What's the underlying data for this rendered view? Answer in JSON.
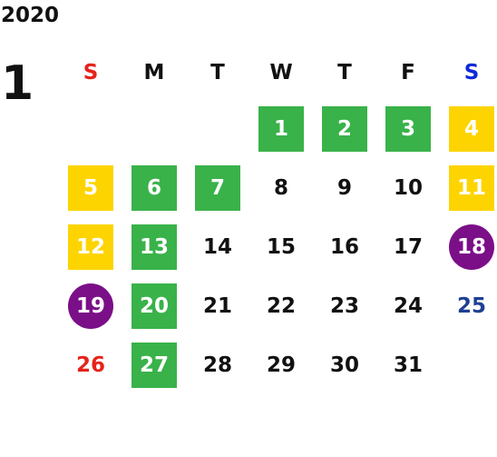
{
  "calendar": {
    "year": "2020",
    "month": "1",
    "weekdays": [
      "S",
      "M",
      "T",
      "W",
      "T",
      "F",
      "S"
    ],
    "weekday_colors": [
      "#e5231b",
      "#111111",
      "#111111",
      "#111111",
      "#111111",
      "#111111",
      "#1029d8"
    ],
    "first_weekday_index": 3,
    "days": [
      {
        "label": "1",
        "style": "green"
      },
      {
        "label": "2",
        "style": "green"
      },
      {
        "label": "3",
        "style": "green"
      },
      {
        "label": "4",
        "style": "yellow"
      },
      {
        "label": "5",
        "style": "yellow"
      },
      {
        "label": "6",
        "style": "green"
      },
      {
        "label": "7",
        "style": "green"
      },
      {
        "label": "8",
        "style": "plain"
      },
      {
        "label": "9",
        "style": "plain"
      },
      {
        "label": "10",
        "style": "plain"
      },
      {
        "label": "11",
        "style": "yellow"
      },
      {
        "label": "12",
        "style": "yellow"
      },
      {
        "label": "13",
        "style": "green"
      },
      {
        "label": "14",
        "style": "plain"
      },
      {
        "label": "15",
        "style": "plain"
      },
      {
        "label": "16",
        "style": "plain"
      },
      {
        "label": "17",
        "style": "plain"
      },
      {
        "label": "18",
        "style": "purple"
      },
      {
        "label": "19",
        "style": "purple"
      },
      {
        "label": "20",
        "style": "green"
      },
      {
        "label": "21",
        "style": "plain"
      },
      {
        "label": "22",
        "style": "plain"
      },
      {
        "label": "23",
        "style": "plain"
      },
      {
        "label": "24",
        "style": "plain"
      },
      {
        "label": "25",
        "style": "sat"
      },
      {
        "label": "26",
        "style": "sun"
      },
      {
        "label": "27",
        "style": "green"
      },
      {
        "label": "28",
        "style": "plain"
      },
      {
        "label": "29",
        "style": "plain"
      },
      {
        "label": "30",
        "style": "plain"
      },
      {
        "label": "31",
        "style": "plain"
      }
    ]
  },
  "colors": {
    "green": "#39b24a",
    "yellow": "#fdd400",
    "purple": "#7b0f88",
    "sunday_red": "#e5231b",
    "saturday_blue": "#1029d8",
    "saturday_date_blue": "#1f3f94"
  }
}
